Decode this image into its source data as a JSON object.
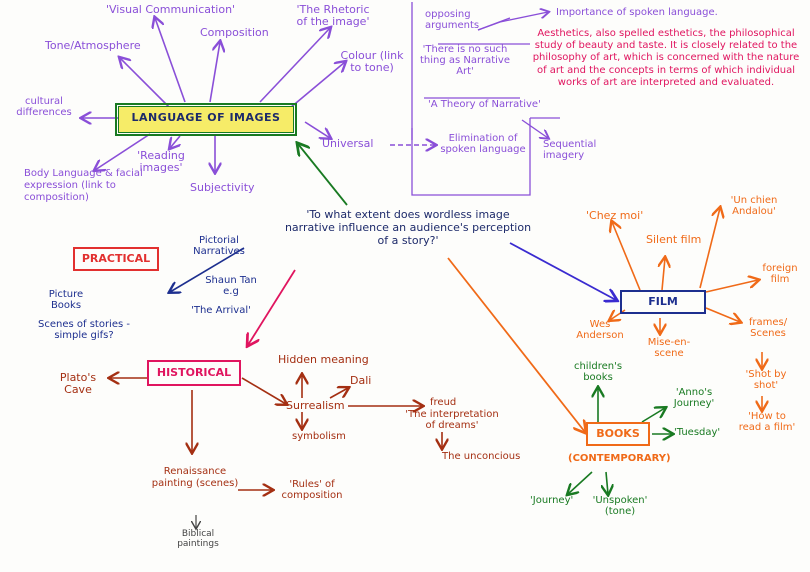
{
  "nodes": {
    "language_of_images": "LANGUAGE OF IMAGES",
    "visual_communication": "'Visual Communication'",
    "composition": "Composition",
    "rhetoric": "'The Rhetoric of the image'",
    "colour": "Colour (link to tone)",
    "tone_atmosphere": "Tone/Atmosphere",
    "cultural_differences": "cultural differences",
    "reading_images": "'Reading images'",
    "subjectivity": "Subjectivity",
    "body_language": "Body Language & facial expression (link to composition)",
    "universal": "Universal",
    "opposing_arguments": "opposing arguments",
    "importance_spoken": "Importance of spoken language.",
    "no_such_thing": "'There is no such thing as Narrative Art'",
    "theory_narrative": "'A Theory of Narrative'",
    "elimination": "Elimination of spoken language",
    "sequential_imagery": "Sequential imagery",
    "aesthetics": "Aesthetics, also spelled esthetics, the philosophical study of beauty and taste. It is closely related to the philosophy of art, which is concerned with the nature of art and the concepts in terms of which individual works of art are interpreted and evaluated.",
    "central_question": "'To what extent does wordless image narrative influence an audience's perception of a story?'",
    "practical": "PRACTICAL",
    "pictorial_narratives": "Pictorial Narratives",
    "shaun_tan": "Shaun Tan e.g",
    "the_arrival": "'The Arrival'",
    "picture_books": "Picture Books",
    "scenes_gifs": "Scenes of stories - simple gifs?",
    "historical": "HISTORICAL",
    "platos_cave": "Plato's Cave",
    "hidden_meaning": "Hidden meaning",
    "dali": "Dali",
    "surrealism": "Surrealism",
    "symbolism": "symbolism",
    "freud": "freud",
    "interpretation_dreams": "'The interpretation of dreams'",
    "unconscious": "The unconcious",
    "renaissance": "Renaissance painting (scenes)",
    "rules_composition": "'Rules' of composition",
    "biblical": "Biblical paintings",
    "film": "FILM",
    "chez_moi": "'Chez moi'",
    "un_chien": "'Un chien Andalou'",
    "silent_film": "Silent film",
    "foreign_film": "foreign film",
    "wes_anderson": "Wes Anderson",
    "mise_en_scene": "Mise-en-scene",
    "frames_scenes": "frames/ Scenes",
    "shot_by_shot": "'Shot by shot'",
    "how_to_read": "'How to read a film'",
    "books": "BOOKS",
    "contemporary": "(CONTEMPORARY)",
    "childrens_books": "children's books",
    "annos_journey": "'Anno's Journey'",
    "tuesday": "'Tuesday'",
    "journey": "'Journey'",
    "unspoken": "'Unspoken' (tone)"
  },
  "colors": {
    "purple": "#8a4fd8",
    "pink": "#e0155f",
    "orange": "#f06a18",
    "brown": "#a42f12",
    "green": "#197a22",
    "navy": "#1d2f8f",
    "central_box_highlight": "#f3e53a"
  }
}
